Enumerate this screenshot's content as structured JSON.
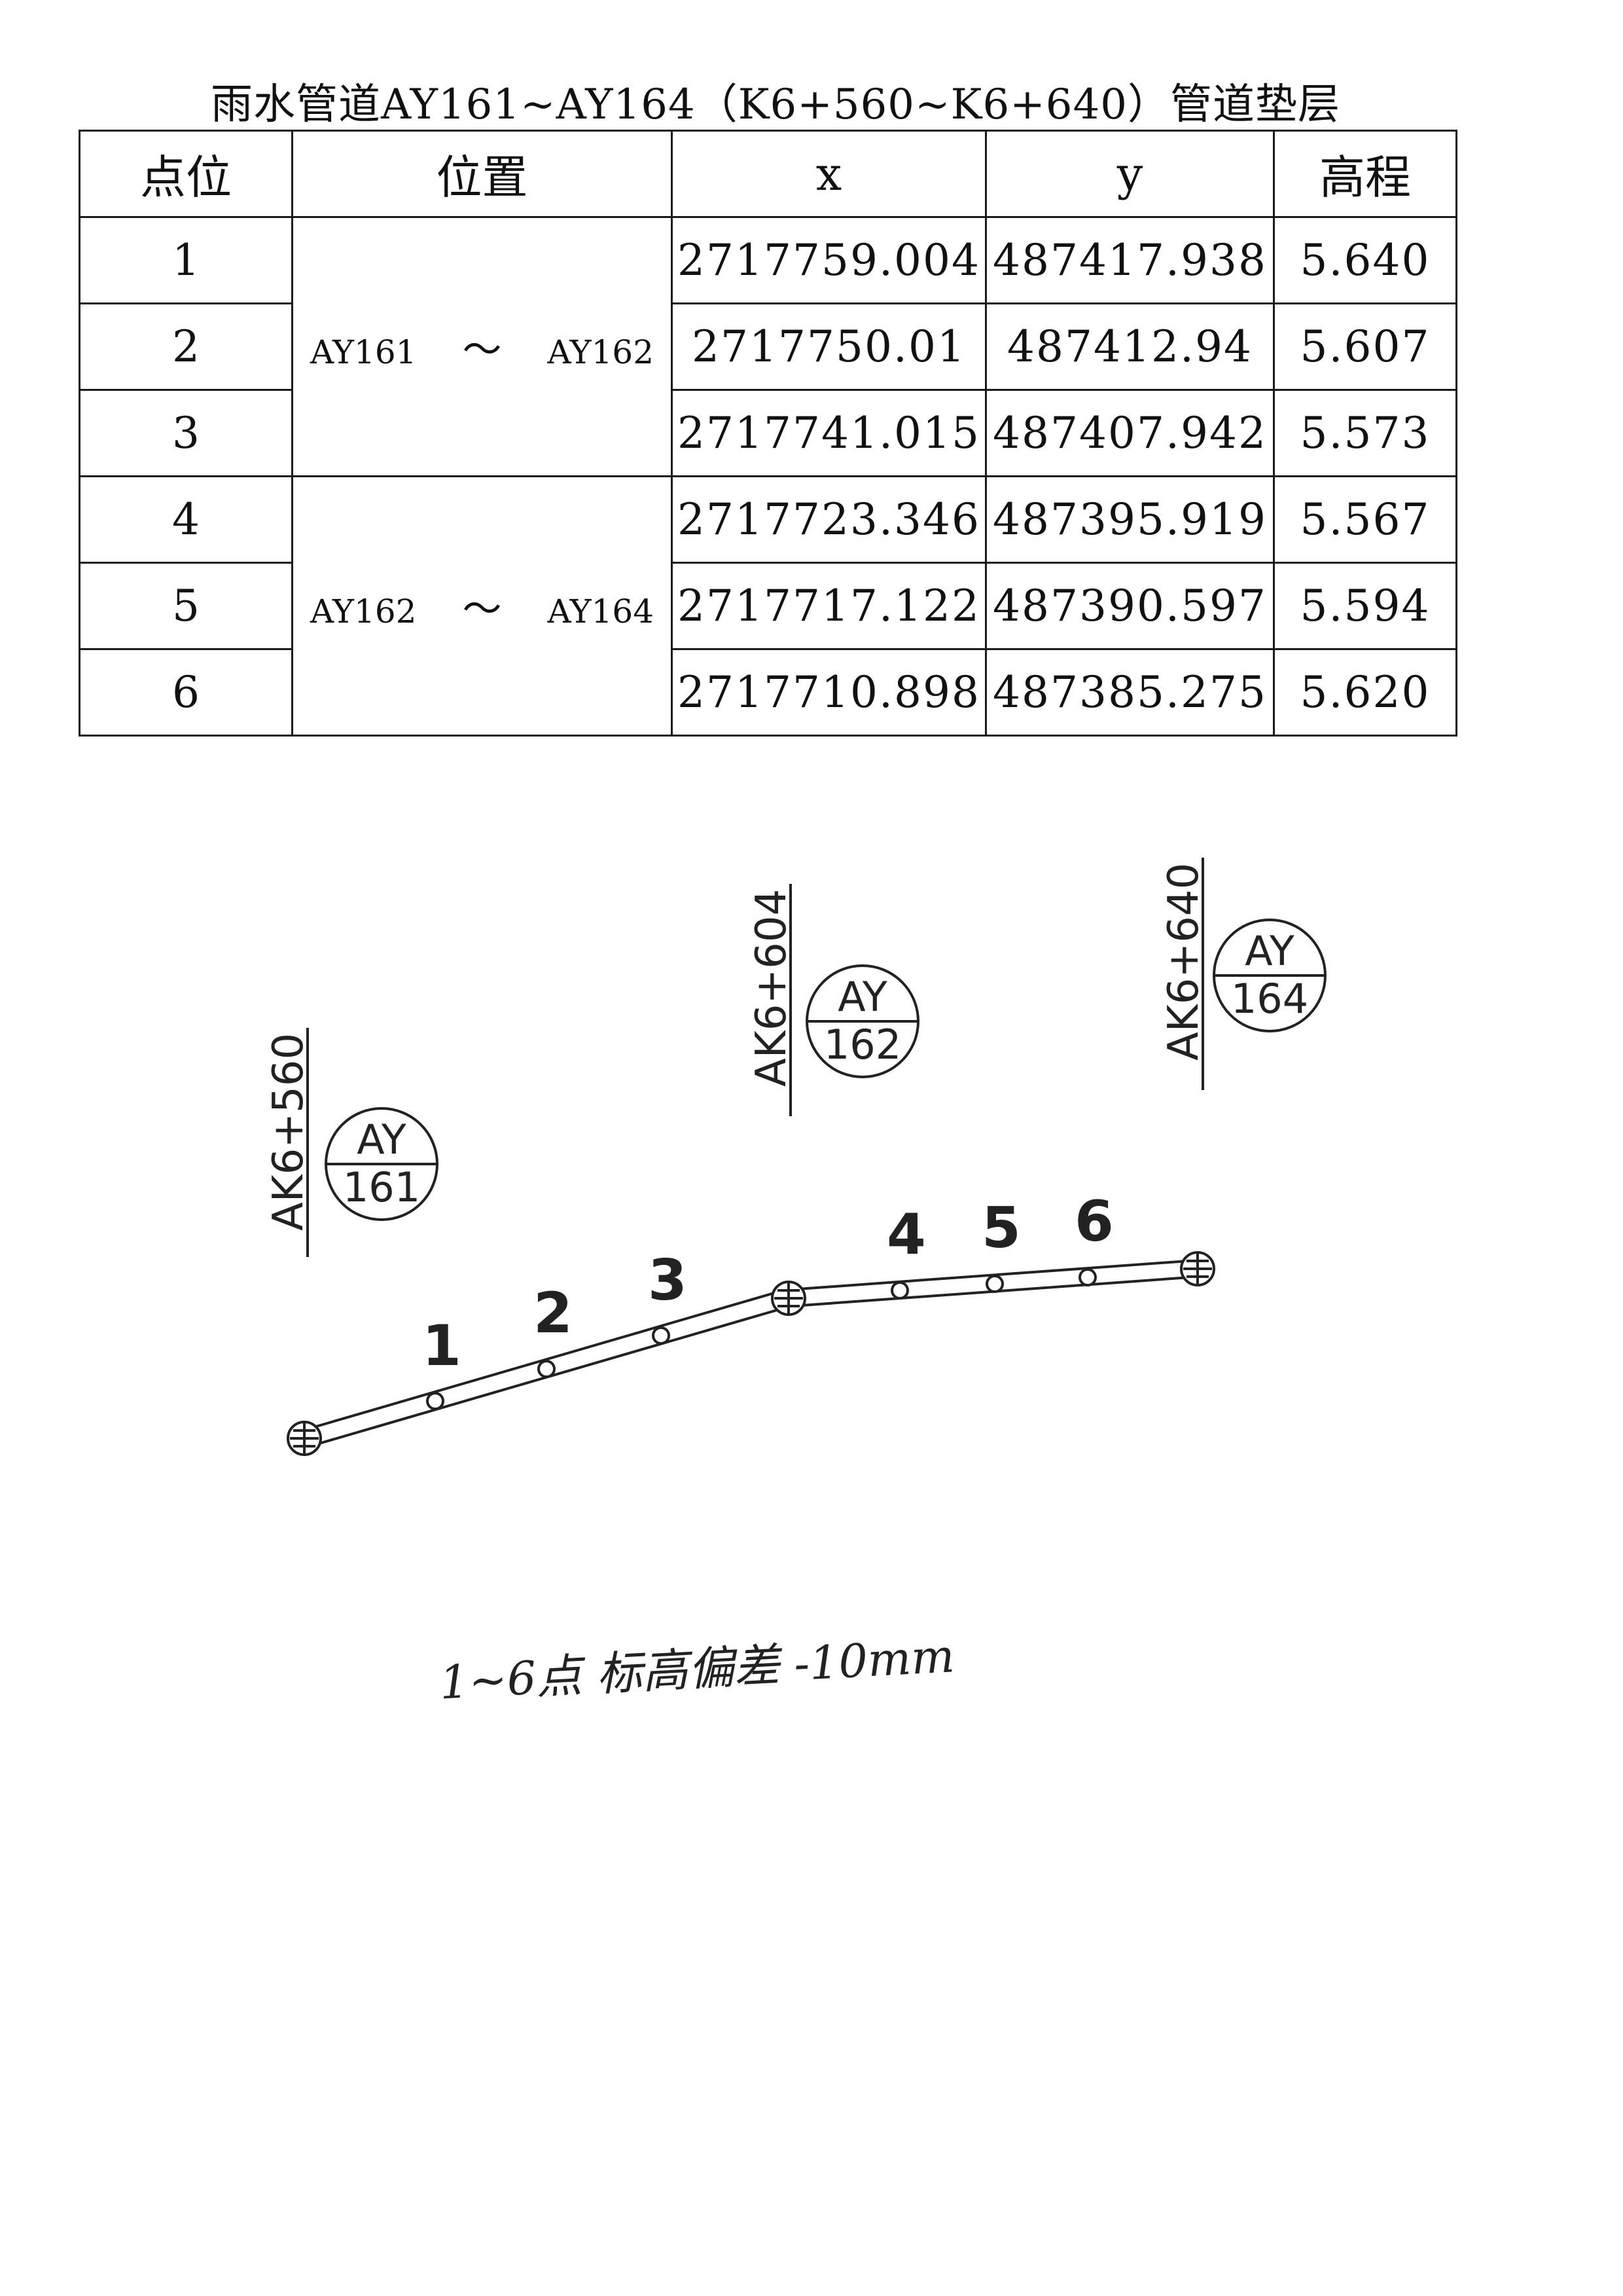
{
  "title": "雨水管道AY161~AY164（K6+560~K6+640）管道垫层",
  "table": {
    "headers": [
      "点位",
      "位置",
      "x",
      "y",
      "高程"
    ],
    "groups": [
      {
        "from": "AY161",
        "sep": "～",
        "to": "AY162",
        "rows": [
          {
            "point": "1",
            "x": "2717759.004",
            "y": "487417.938",
            "elev": "5.640"
          },
          {
            "point": "2",
            "x": "2717750.01",
            "y": "487412.94",
            "elev": "5.607"
          },
          {
            "point": "3",
            "x": "2717741.015",
            "y": "487407.942",
            "elev": "5.573"
          }
        ]
      },
      {
        "from": "AY162",
        "sep": "～",
        "to": "AY164",
        "rows": [
          {
            "point": "4",
            "x": "2717723.346",
            "y": "487395.919",
            "elev": "5.567"
          },
          {
            "point": "5",
            "x": "2717717.122",
            "y": "487390.597",
            "elev": "5.594"
          },
          {
            "point": "6",
            "x": "2717710.898",
            "y": "487385.275",
            "elev": "5.620"
          }
        ]
      }
    ]
  },
  "plan": {
    "stations": [
      "AK6+560",
      "AK6+604",
      "AK6+640"
    ],
    "manholes": [
      {
        "top": "AY",
        "bottom": "161"
      },
      {
        "top": "AY",
        "bottom": "162"
      },
      {
        "top": "AY",
        "bottom": "164"
      }
    ],
    "points": [
      "1",
      "2",
      "3",
      "4",
      "5",
      "6"
    ]
  },
  "handwritten_note": "1~6点 标高偏差 -10mm"
}
